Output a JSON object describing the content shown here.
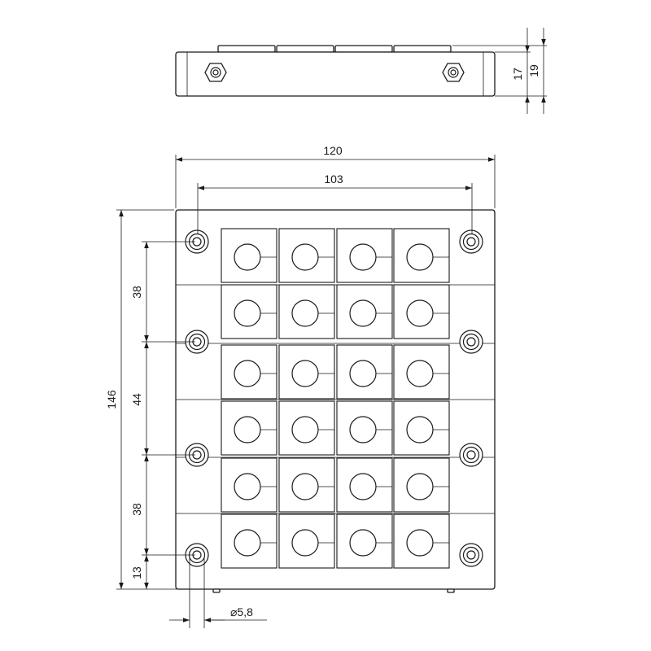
{
  "drawing": {
    "dimensions": {
      "side_height_inner": "17",
      "side_height_outer": "19",
      "total_width": "120",
      "hole_spacing_width": "103",
      "total_height": "146",
      "spacing_top": "38",
      "spacing_middle": "44",
      "spacing_bottom": "38",
      "edge_offset": "13",
      "hole_diameter": "⌀5,8"
    },
    "grid": {
      "rows": 6,
      "columns": 4
    },
    "mounting_holes_per_side": 4
  }
}
